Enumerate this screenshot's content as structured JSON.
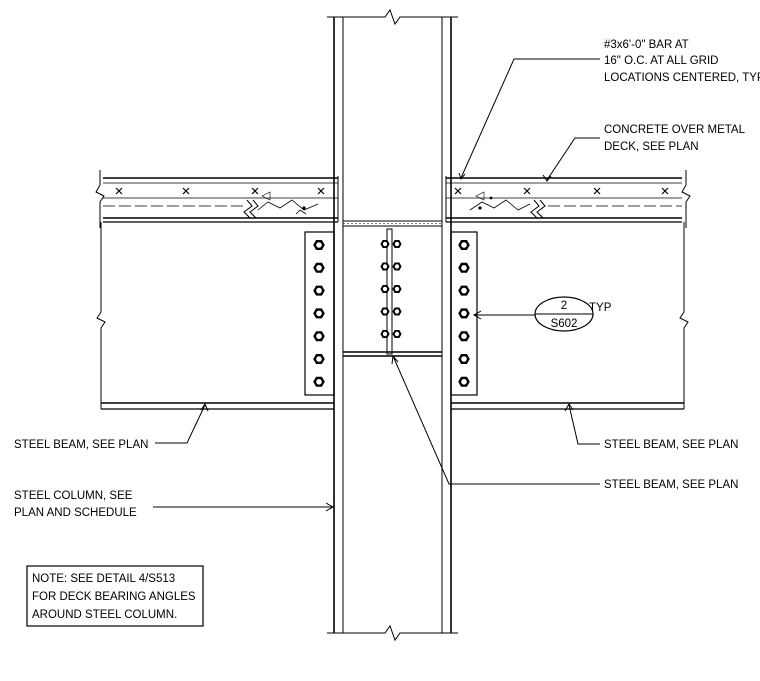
{
  "callouts": {
    "bar_line1": "#3x6'-0\" BAR AT",
    "bar_line2": "16\" O.C. AT ALL GRID",
    "bar_line3": "LOCATIONS CENTERED, TYP",
    "concrete_line1": "CONCRETE OVER METAL",
    "concrete_line2": "DECK, SEE PLAN",
    "beam_left": "STEEL BEAM, SEE PLAN",
    "beam_right": "STEEL BEAM, SEE PLAN",
    "beam_center": "STEEL BEAM, SEE PLAN",
    "column_line1": "STEEL COLUMN, SEE",
    "column_line2": "PLAN AND SCHEDULE"
  },
  "detail_tag": {
    "number": "2",
    "sheet": "S602",
    "suffix": "TYP"
  },
  "note": {
    "line1": "NOTE:  SEE DETAIL 4/S513",
    "line2": "FOR DECK BEARING ANGLES",
    "line3": "AROUND STEEL COLUMN."
  },
  "colors": {
    "line": "#000000",
    "background": "#ffffff"
  }
}
